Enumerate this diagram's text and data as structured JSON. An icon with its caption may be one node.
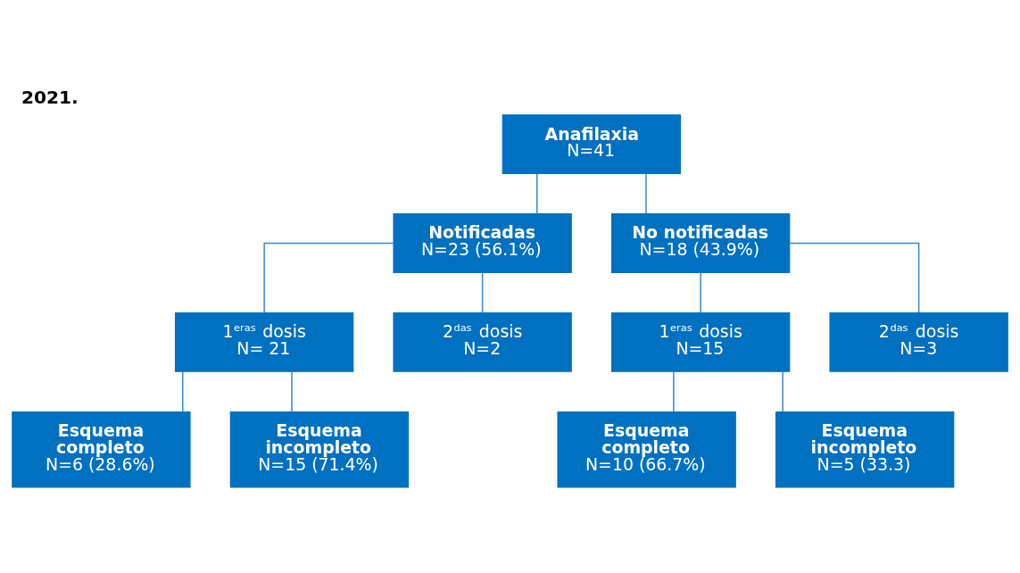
{
  "diagram": {
    "title": "2021.",
    "nodes": [
      {
        "text": [
          "Anafilaxia",
          "N=41"
        ]
      },
      {
        "text": [
          "Notificadas",
          "N=23 (56.1%)"
        ]
      },
      {
        "text": [
          "No notificadas",
          "N=18 (43.9%)"
        ]
      },
      {
        "text": [
          "1$^{eras}$ dosis",
          "N= 21"
        ]
      },
      {
        "text": [
          "2$^{das}$ dosis",
          "N=2"
        ]
      },
      {
        "text": [
          "1$^{eras}$ dosis",
          "N=15"
        ]
      },
      {
        "text": [
          "2$^{das}$ dosis",
          "N=3"
        ]
      },
      {
        "text": [
          "Esquema completo",
          "N=6 (28.6%)"
        ]
      },
      {
        "text": [
          "Esquema incompleto",
          "N=15 (71.4%)"
        ]
      },
      {
        "text": [
          "Esquema completo",
          "N=10 (66.7%)"
        ]
      },
      {
        "text": [
          "Esquema incompleto",
          "N=5 (33.3)"
        ]
      }
    ],
    "edges": [
      {
        "from": 0,
        "to": 1,
        "arrow": "none"
      },
      {
        "from": 0,
        "to": 2,
        "arrow": "none"
      },
      {
        "from": 1,
        "to": 3,
        "arrow": "none"
      },
      {
        "from": 1,
        "to": 4,
        "arrow": "none"
      },
      {
        "from": 2,
        "to": 5,
        "arrow": "none"
      },
      {
        "from": 2,
        "to": 6,
        "arrow": "none"
      },
      {
        "from": 3,
        "to": 7,
        "arrow": "none"
      },
      {
        "from": 3,
        "to": 8,
        "arrow": "none"
      },
      {
        "from": 5,
        "to": 9,
        "arrow": "none"
      },
      {
        "from": 5,
        "to": 10,
        "arrow": "none"
      }
    ]
  }
}
